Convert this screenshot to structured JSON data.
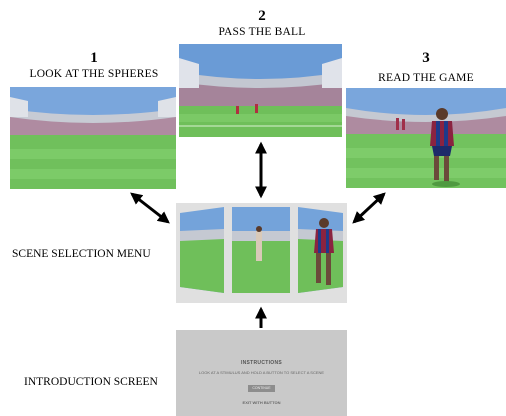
{
  "steps": [
    {
      "number": "1",
      "title": "LOOK AT THE SPHERES"
    },
    {
      "number": "2",
      "title": "PASS THE BALL"
    },
    {
      "number": "3",
      "title": "READ THE GAME"
    }
  ],
  "side_labels": {
    "menu": "SCENE SELECTION MENU",
    "intro": "INTRODUCTION SCREEN"
  },
  "intro_screen": {
    "heading": "INSTRUCTIONS",
    "text": "LOOK AT A STIMULUS AND HOLD A BUTTON TO SELECT A SCENE",
    "button": "CONTINUE",
    "footer": "EXIT WITH BUTTON"
  },
  "colors": {
    "sky": "#6f9fd8",
    "grass": "#6fbf5a",
    "stand": "#b9bdc8",
    "seats": "#8a4a6a",
    "arrow": "#000000"
  }
}
